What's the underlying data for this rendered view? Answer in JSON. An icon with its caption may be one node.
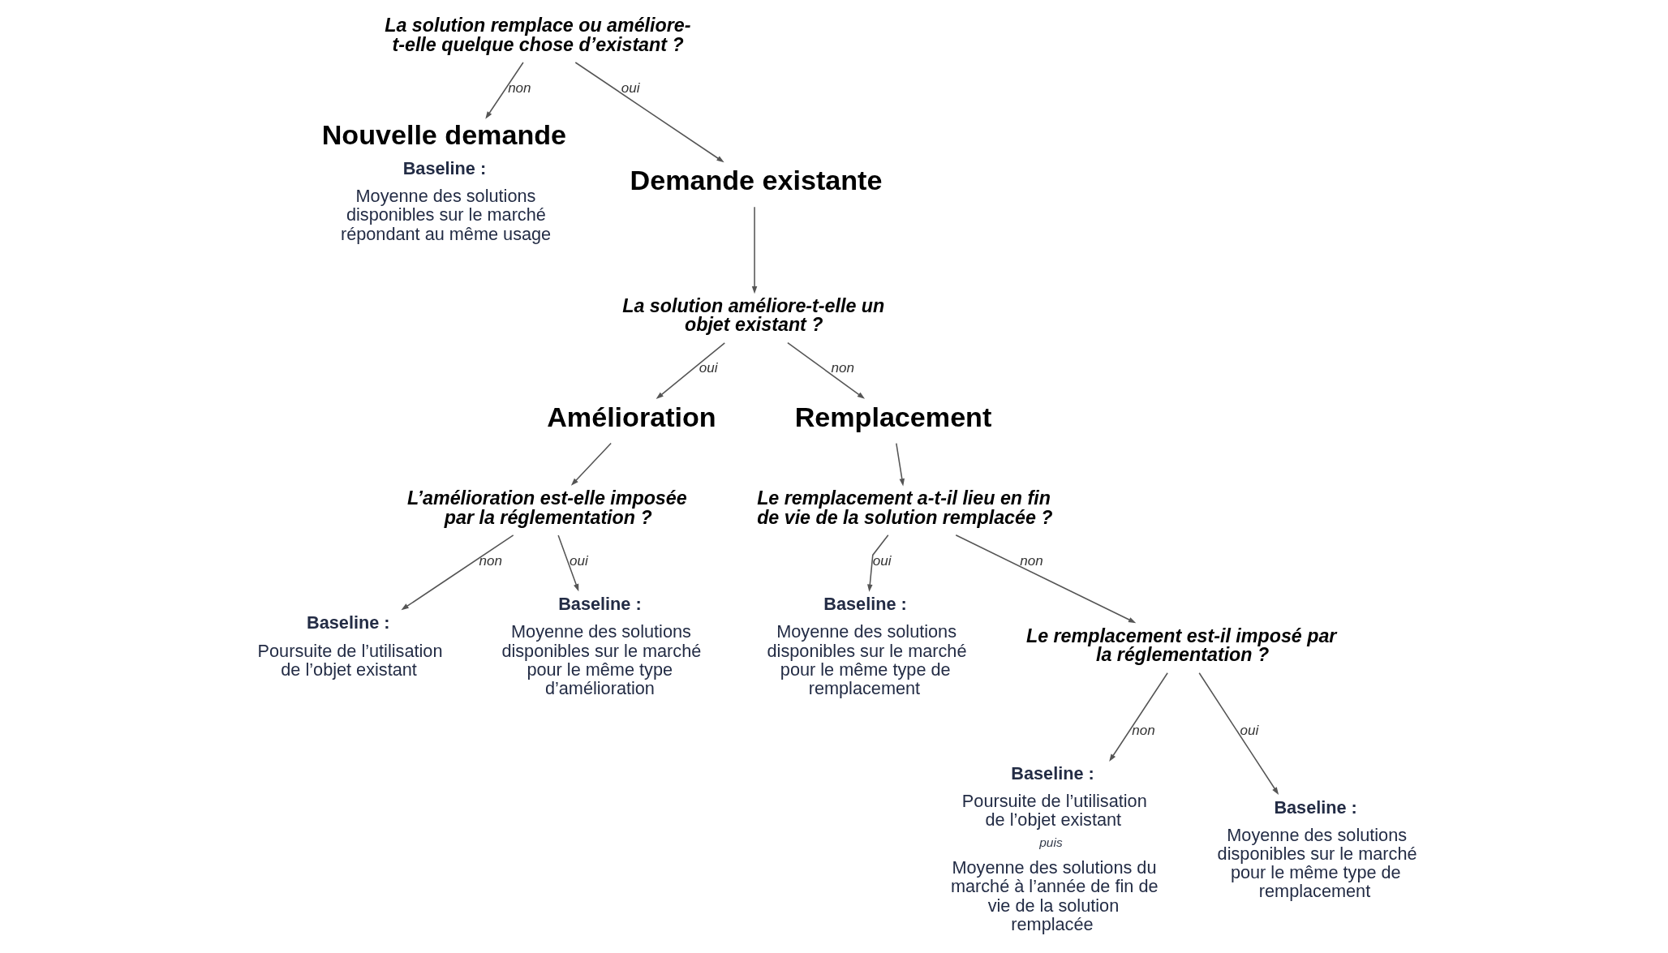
{
  "diagram": {
    "nodes": [
      {
        "text": [
          "La solution remplace ou améliore-t-elle quelque chose d’existant ?"
        ]
      },
      {
        "text": [
          "Nouvelle demande",
          "Baseline :",
          "Moyenne des solutions disponibles sur le marché répondant au même usage"
        ]
      },
      {
        "text": [
          "Demande existante"
        ]
      },
      {
        "text": [
          "La solution améliore-t-elle un objet existant ?"
        ]
      },
      {
        "text": [
          "Amélioration"
        ]
      },
      {
        "text": [
          "Remplacement"
        ]
      },
      {
        "text": [
          "L’amélioration est-elle imposée par la réglementation ?"
        ]
      },
      {
        "text": [
          "Baseline :",
          "Poursuite de l’utilisation de l’objet existant"
        ]
      },
      {
        "text": [
          "Baseline :",
          "Moyenne des solutions disponibles sur le marché pour le même type d’amélioration"
        ]
      },
      {
        "text": [
          "Le remplacement a-t-il lieu en fin de vie de la solution remplacée ?"
        ]
      },
      {
        "text": [
          "Baseline :",
          "Moyenne des solutions disponibles sur le marché pour le même type de remplacement"
        ]
      },
      {
        "text": [
          "Le remplacement est-il imposé par la réglementation ?"
        ]
      },
      {
        "text": [
          "Baseline :",
          "Poursuite de l’utilisation de l’objet existant",
          "puis",
          "Moyenne des solutions du marché à l’année de fin de vie de la solution remplacée"
        ]
      },
      {
        "text": [
          "Baseline :",
          "Moyenne des solutions disponibles sur le marché pour le même type de remplacement"
        ]
      }
    ],
    "edges": [
      {
        "from": 0,
        "to": 1,
        "arrow": "to",
        "label": "non"
      },
      {
        "from": 0,
        "to": 2,
        "arrow": "to",
        "label": "oui"
      },
      {
        "from": 2,
        "to": 3,
        "arrow": "to"
      },
      {
        "from": 3,
        "to": 4,
        "arrow": "to",
        "label": "oui"
      },
      {
        "from": 3,
        "to": 5,
        "arrow": "to",
        "label": "non"
      },
      {
        "from": 4,
        "to": 6,
        "arrow": "to"
      },
      {
        "from": 6,
        "to": 7,
        "arrow": "to",
        "label": "non"
      },
      {
        "from": 6,
        "to": 8,
        "arrow": "to",
        "label": "oui"
      },
      {
        "from": 5,
        "to": 9,
        "arrow": "to"
      },
      {
        "from": 9,
        "to": 10,
        "arrow": "to",
        "label": "oui"
      },
      {
        "from": 9,
        "to": 11,
        "arrow": "to",
        "label": "non"
      },
      {
        "from": 11,
        "to": 12,
        "arrow": "to",
        "label": "non"
      },
      {
        "from": 11,
        "to": 13,
        "arrow": "to",
        "label": "oui"
      }
    ]
  }
}
